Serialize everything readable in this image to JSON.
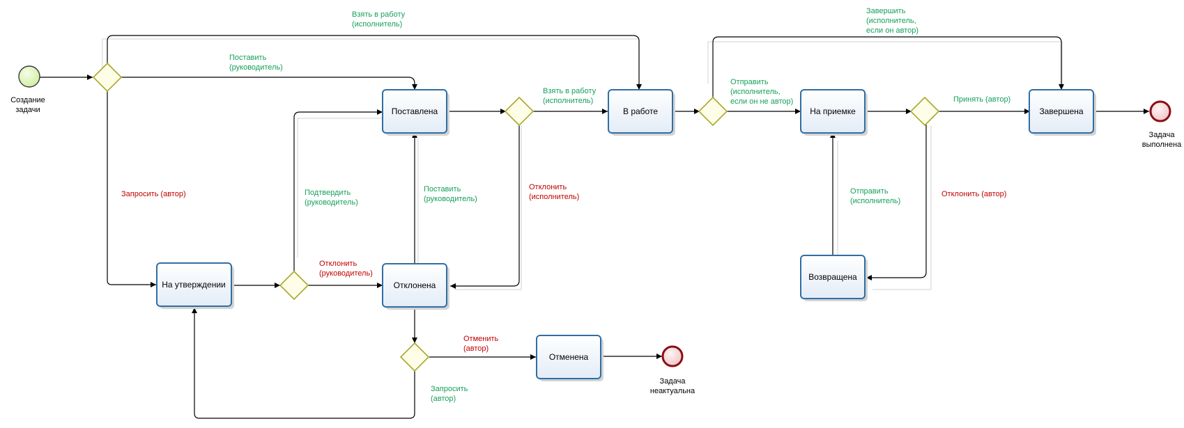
{
  "colors": {
    "accept": "#14a05a",
    "reject": "#c00000",
    "task_border": "#2f6ea3",
    "gateway_border": "#a8a82a",
    "end_event_border": "#8b0f14"
  },
  "events": {
    "start": [
      "Создание",
      "задачи"
    ],
    "end_done": [
      "Задача",
      "выполнена"
    ],
    "end_obsolete": [
      "Задача",
      "неактуальна"
    ]
  },
  "tasks": {
    "approval": "На утверждении",
    "assigned": "Поставлена",
    "rejected": "Отклонена",
    "in_work": "В работе",
    "review": "На приемке",
    "completed": "Завершена",
    "returned": "Возвращена",
    "cancelled": "Отменена"
  },
  "flows": {
    "take_top": [
      "Взять в работу",
      "(исполнитель)"
    ],
    "assign_top": [
      "Поставить",
      "(руководитель)"
    ],
    "request_author": [
      "Запросить (автор)"
    ],
    "confirm_manager": [
      "Подтвердить",
      "(руководитель)"
    ],
    "reject_manager": [
      "Отклонить",
      "(руководитель)"
    ],
    "assign_manager": [
      "Поставить",
      "(руководитель)"
    ],
    "take_mid": [
      "Взять в работу",
      "(исполнитель)"
    ],
    "reject_executor": [
      "Отклонить",
      "(исполнитель)"
    ],
    "cancel_author": [
      "Отменить",
      "(автор)"
    ],
    "request_author_2": [
      "Запросить",
      "(автор)"
    ],
    "finish_top": [
      "Завершить",
      "(исполнитель,",
      "если он автор)"
    ],
    "send_not_author": [
      "Отправить",
      "(исполнитель,",
      "если он не автор)"
    ],
    "accept_author": [
      "Принять (автор)"
    ],
    "send_executor": [
      "Отправить",
      "(исполнитель)"
    ],
    "reject_author": [
      "Отклонить (автор)"
    ]
  }
}
